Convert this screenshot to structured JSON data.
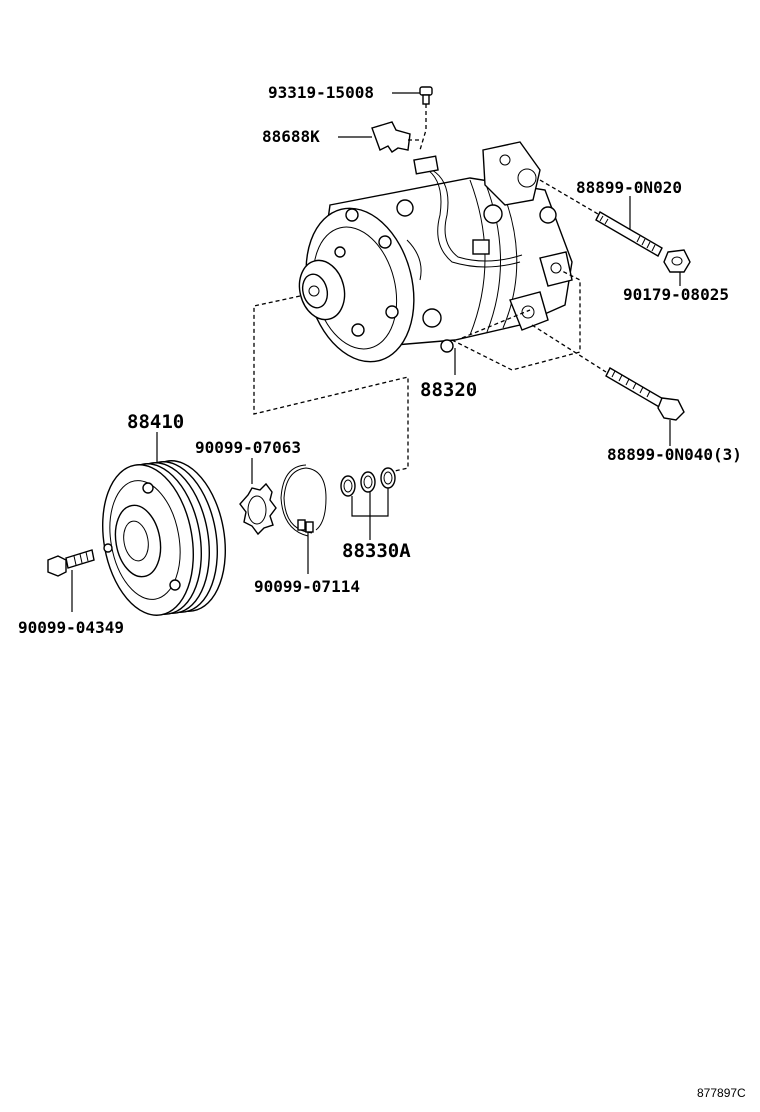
{
  "diagram": {
    "reference_code": "877897C",
    "parts": [
      {
        "id": "p93319",
        "number": "93319-15008"
      },
      {
        "id": "p88688",
        "number": "88688K"
      },
      {
        "id": "p88899a",
        "number": "88899-0N020"
      },
      {
        "id": "p90179",
        "number": "90179-08025"
      },
      {
        "id": "p88320",
        "number": "88320"
      },
      {
        "id": "p88899b",
        "number": "88899-0N040(3)"
      },
      {
        "id": "p88410",
        "number": "88410"
      },
      {
        "id": "p90099a",
        "number": "90099-07063"
      },
      {
        "id": "p90099b",
        "number": "90099-07114"
      },
      {
        "id": "p88330",
        "number": "88330A"
      },
      {
        "id": "p90099c",
        "number": "90099-04349"
      }
    ]
  }
}
